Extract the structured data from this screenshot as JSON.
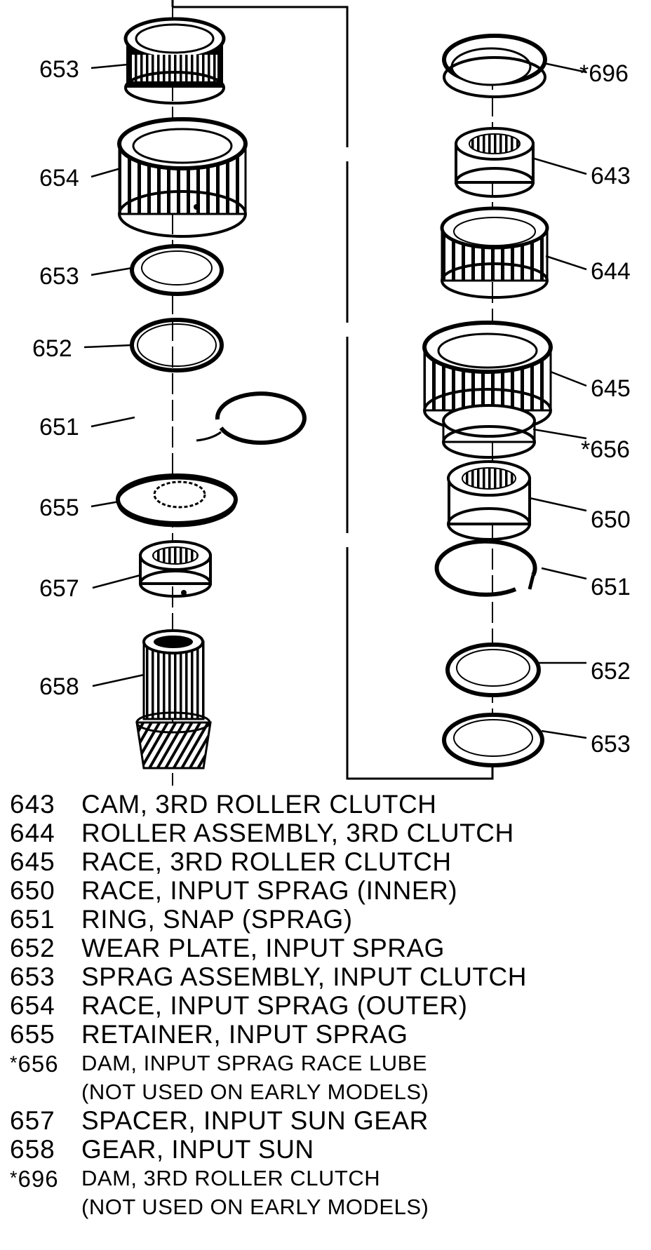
{
  "callouts": {
    "left": [
      "653",
      "654",
      "653",
      "652",
      "651",
      "655",
      "657",
      "658"
    ],
    "right": [
      "*696",
      "643",
      "644",
      "645",
      "*656",
      "650",
      "651",
      "652",
      "653"
    ]
  },
  "legend": [
    {
      "num": "643",
      "text": "CAM, 3RD ROLLER CLUTCH"
    },
    {
      "num": "644",
      "text": "ROLLER ASSEMBLY, 3RD CLUTCH"
    },
    {
      "num": "645",
      "text": "RACE, 3RD ROLLER CLUTCH"
    },
    {
      "num": "650",
      "text": "RACE, INPUT SPRAG (INNER)"
    },
    {
      "num": "651",
      "text": "RING, SNAP (SPRAG)"
    },
    {
      "num": "652",
      "text": "WEAR PLATE, INPUT SPRAG"
    },
    {
      "num": "653",
      "text": "SPRAG ASSEMBLY, INPUT CLUTCH"
    },
    {
      "num": "654",
      "text": "RACE, INPUT SPRAG (OUTER)"
    },
    {
      "num": "655",
      "text": "RETAINER, INPUT SPRAG"
    },
    {
      "star": "*",
      "num": "656",
      "text": "DAM, INPUT SPRAG RACE LUBE",
      "note": "(NOT USED ON EARLY MODELS)"
    },
    {
      "num": "657",
      "text": "SPACER, INPUT SUN GEAR"
    },
    {
      "num": "658",
      "text": "GEAR, INPUT SUN"
    },
    {
      "star": "*",
      "num": "696",
      "text": "DAM, 3RD ROLLER CLUTCH",
      "note": "(NOT USED ON EARLY MODELS)"
    }
  ]
}
